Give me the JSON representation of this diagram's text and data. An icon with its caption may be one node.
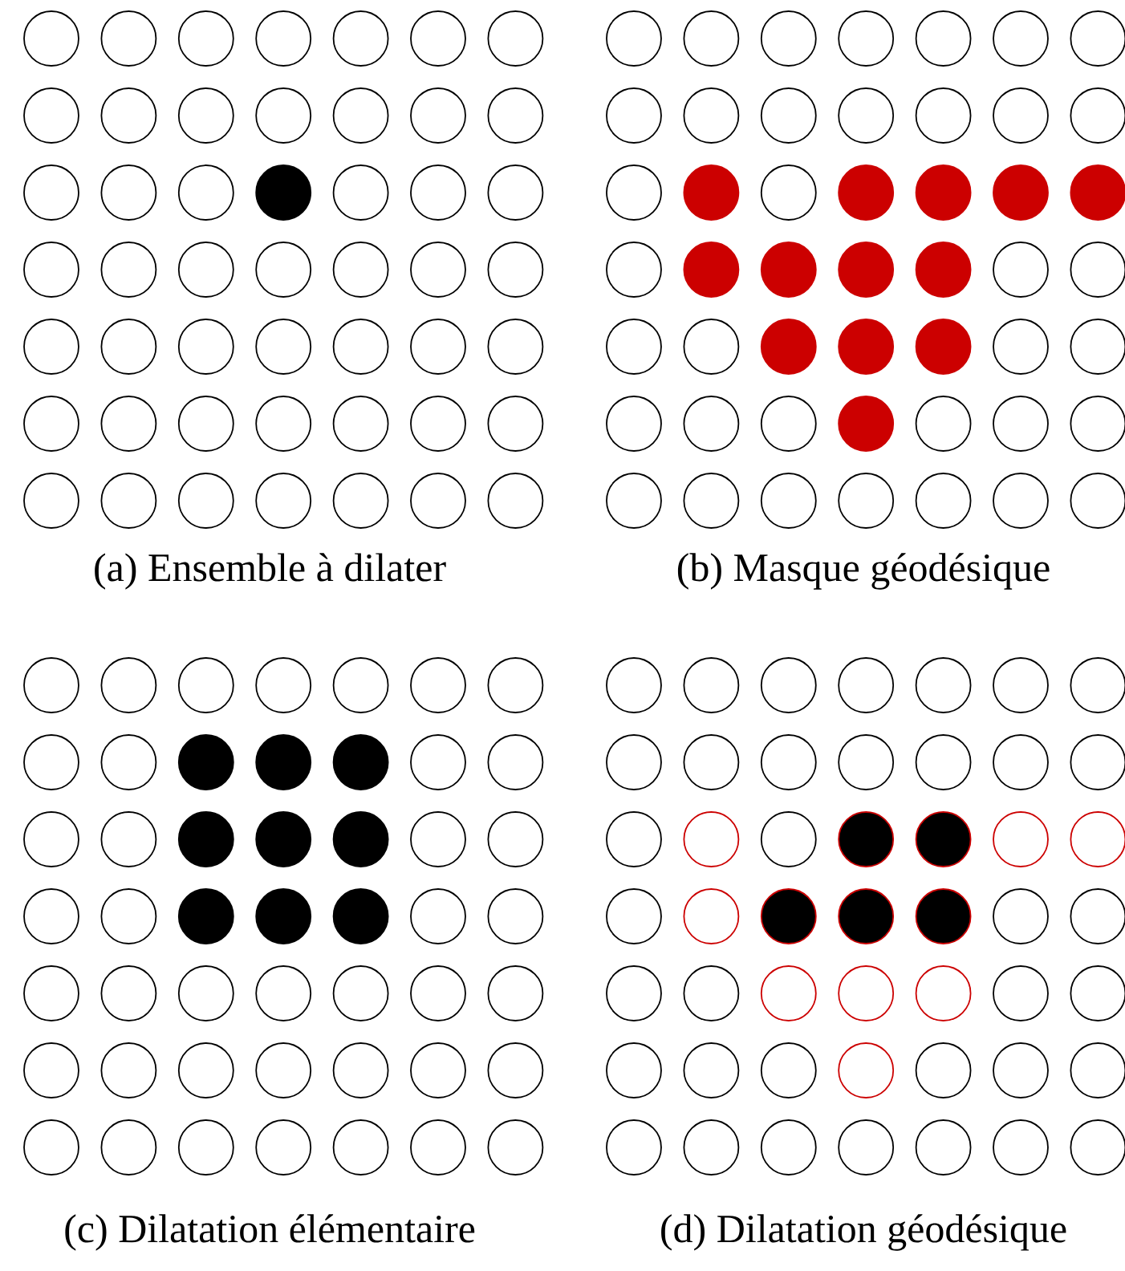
{
  "diagram": {
    "labels": [
      "(a) Ensemble à dilater",
      "(b) Masque géodésique",
      "(c) Dilatation élémentaire",
      "(d) Dilatation géodésique"
    ]
  }
}
